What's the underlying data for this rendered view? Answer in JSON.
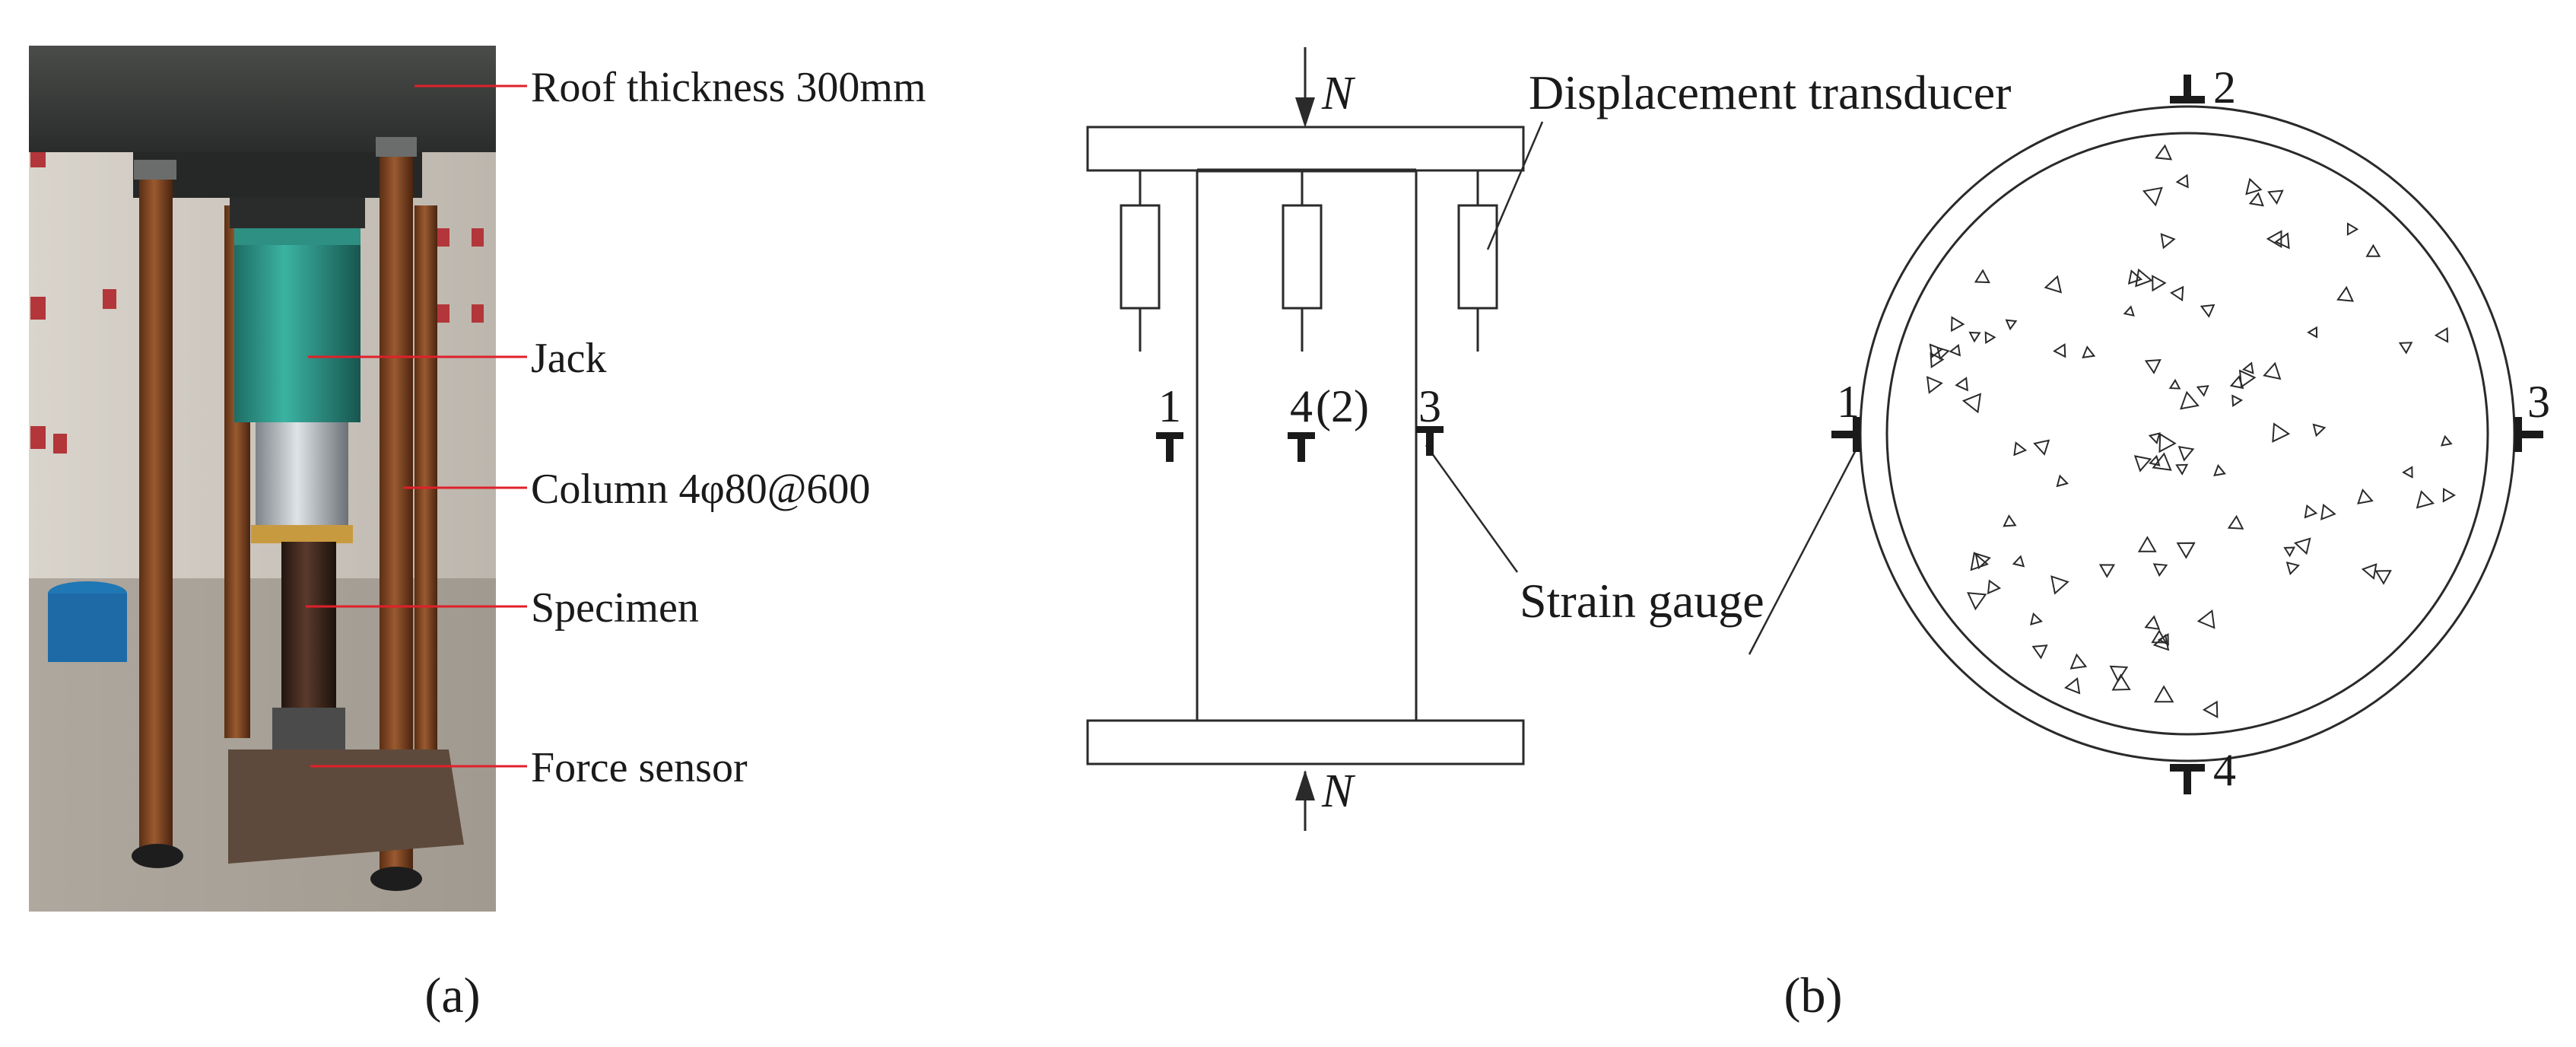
{
  "panel_a": {
    "label": "(a)",
    "callouts": {
      "roof": "Roof thickness 300mm",
      "jack": "Jack",
      "column": "Column 4φ80@600",
      "specimen": "Specimen",
      "force_sensor": "Force sensor"
    },
    "callout_line_color": "#e0202a"
  },
  "panel_b": {
    "label": "(b)",
    "load_label_top": "N",
    "load_label_bottom": "N",
    "displacement_transducer": "Displacement transducer",
    "strain_gauge": "Strain gauge",
    "elevation_gauges": {
      "g1": "1",
      "g4": "4",
      "g4_paren": "(2)",
      "g3": "3"
    },
    "section_gauges": {
      "g1": "1",
      "g2": "2",
      "g3": "3",
      "g4": "4"
    }
  }
}
